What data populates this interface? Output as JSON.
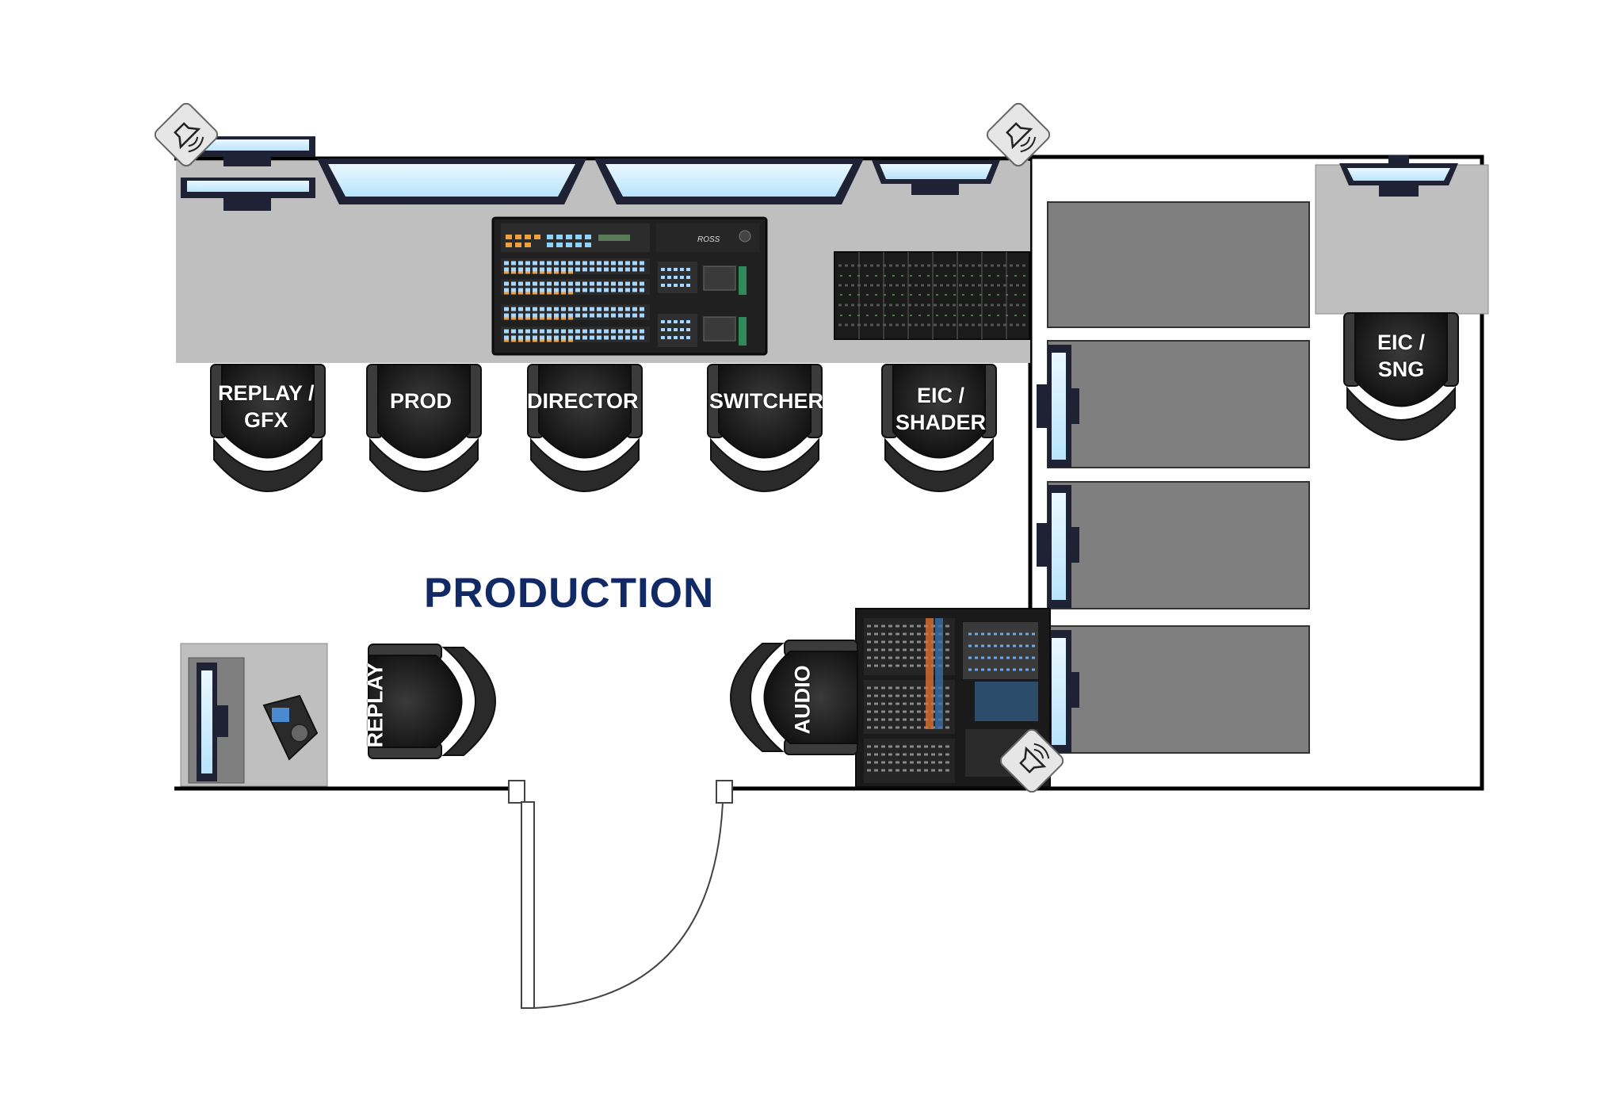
{
  "area_title": "PRODUCTION",
  "stations": {
    "replay_gfx": {
      "line1": "REPLAY /",
      "line2": "GFX"
    },
    "prod": {
      "line1": "PROD"
    },
    "director": {
      "line1": "DIRECTOR"
    },
    "switcher": {
      "line1": "SWITCHER"
    },
    "eic_shader": {
      "line1": "EIC /",
      "line2": "SHADER"
    },
    "eic_sng": {
      "line1": "EIC /",
      "line2": "SNG"
    },
    "replay": {
      "line1": "REPLAY"
    },
    "audio": {
      "line1": "AUDIO"
    }
  },
  "colors": {
    "wall": "#000000",
    "desk": "#bfbfbf",
    "rack": "#7f7f7f",
    "chair": "#1e1e1e",
    "title": "#112a66",
    "monitor_frame": "#1f2235",
    "monitor_screen": "#d9f2ff"
  },
  "icons": [
    "speaker-icon",
    "monitor-icon",
    "switcher-panel-icon",
    "ccu-panel-icon",
    "audio-console-icon",
    "replay-controller-icon",
    "door-icon",
    "chair-icon"
  ]
}
